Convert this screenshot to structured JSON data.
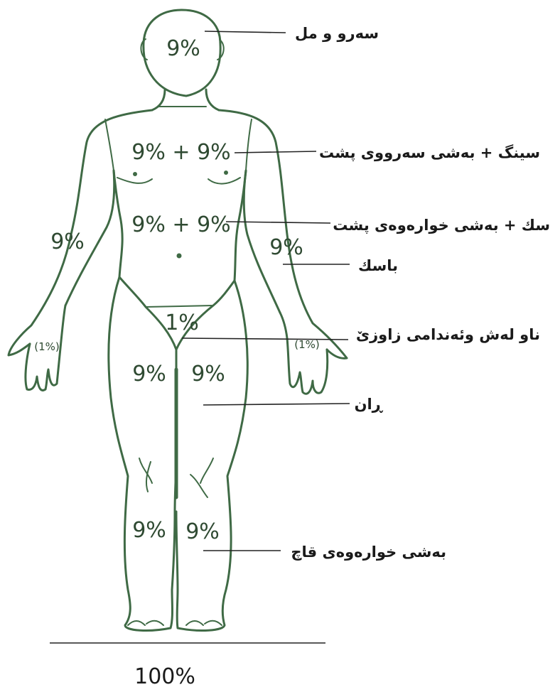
{
  "regions": [
    {
      "id": "head-neck",
      "percent": "9%",
      "label": "سەرو و مل"
    },
    {
      "id": "chest-upper-back",
      "percent": "9% + 9%",
      "label": "سینگ + بەشی سەرووی پشت"
    },
    {
      "id": "abdomen-lower-back",
      "percent": "9% + 9%",
      "label": "سك + بەشی خوارەوەی پشت"
    },
    {
      "id": "left-arm",
      "percent": "9%"
    },
    {
      "id": "right-arm",
      "percent": "9%",
      "label": "باسك"
    },
    {
      "id": "groin",
      "percent": "1%",
      "label": "ناو لەش وئەندامی زاوزێ"
    },
    {
      "id": "left-hand",
      "percent": "(1%)"
    },
    {
      "id": "right-hand",
      "percent": "(1%)"
    },
    {
      "id": "left-thigh",
      "percent": "9%"
    },
    {
      "id": "right-thigh",
      "percent": "9%",
      "label": "ڕان"
    },
    {
      "id": "left-lower-leg",
      "percent": "9%"
    },
    {
      "id": "right-lower-leg",
      "percent": "9%",
      "label": "بەشی خوارەوەی قاچ"
    }
  ],
  "total": "100%",
  "colors": {
    "outline": "#3f6a45",
    "text": "#2f4a32"
  }
}
